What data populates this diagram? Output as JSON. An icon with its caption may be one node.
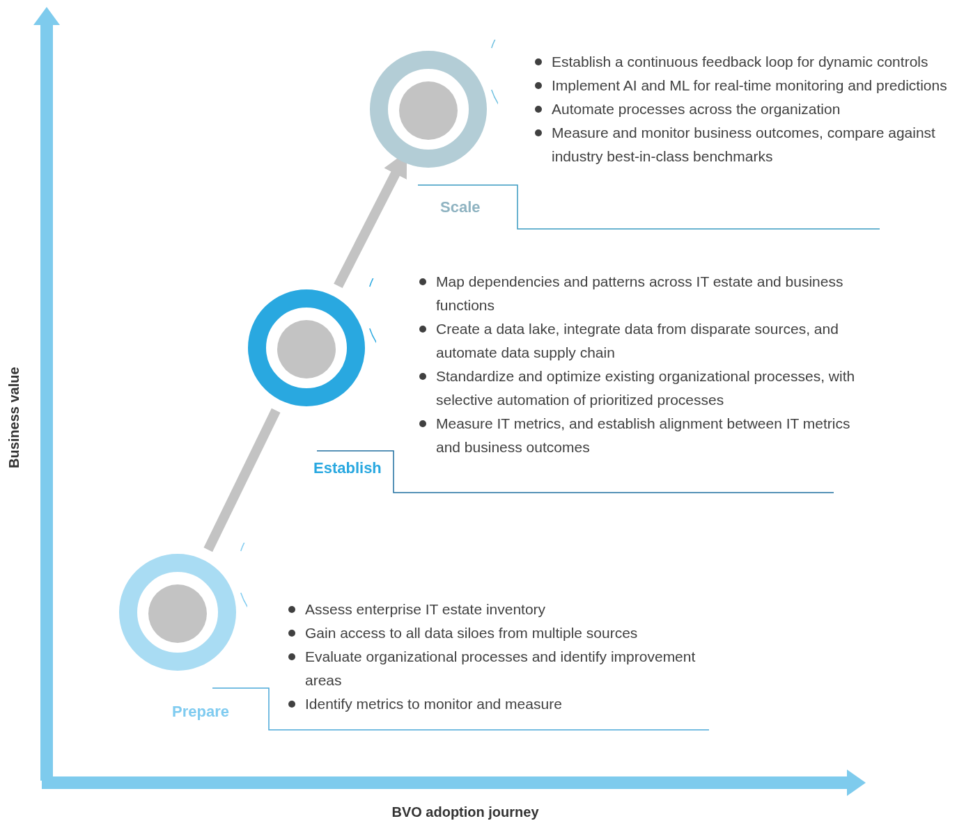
{
  "diagram": {
    "nodes": [
      {
        "text": [],
        "shape": "circle"
      },
      {
        "text": [],
        "shape": "circle"
      },
      {
        "text": [],
        "shape": "circle"
      }
    ],
    "edges": [
      {
        "from": 0,
        "to": 1,
        "arrow": "none"
      },
      {
        "from": 1,
        "to": 2,
        "arrow": "to"
      }
    ],
    "labels": [
      "Establish a continuous feedback loop for dynamic controls",
      "Implement AI and ML for real-time monitoring and predictions",
      "Automate processes across the organization",
      "Measure and monitor business outcomes, compare against industry best-in-class benchmarks",
      "Scale",
      "Map dependencies and patterns across IT estate and business functions",
      "Create a data lake, integrate data from disparate sources, and automate data supply chain",
      "Standardize and optimize existing organizational processes, with selective automation of prioritized processes",
      "Measure IT metrics, and establish alignment between IT metrics and business outcomes",
      "Establish",
      "Assess enterprise IT estate inventory",
      "Gain access to all data siloes from multiple sources",
      "Evaluate organizational processes and identify improvement areas",
      "Identify metrics to monitor and measure",
      "Prepare",
      "Business value",
      "BVO adoption journey"
    ]
  }
}
